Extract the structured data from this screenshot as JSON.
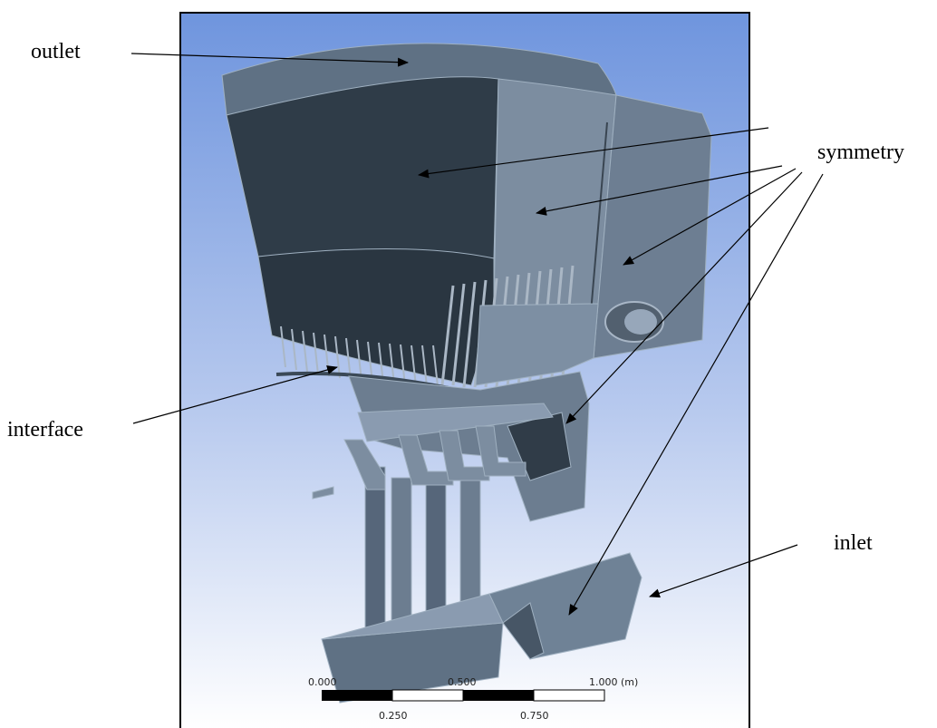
{
  "labels": {
    "outlet": "outlet",
    "symmetry": "symmetry",
    "interface": "interface",
    "inlet": "inlet"
  },
  "scale_bar": {
    "top_ticks": [
      "0.000",
      "0.500",
      "1.000"
    ],
    "unit": "(m)",
    "bottom_ticks": [
      "0.250",
      "0.750"
    ]
  },
  "colors": {
    "background_top": "#6f95de",
    "background_bottom": "#ffffff",
    "dark_face": "#2f3c48",
    "mid_face": "#5f7184",
    "light_face": "#7c8da0",
    "edge": "#b9c4d0"
  }
}
